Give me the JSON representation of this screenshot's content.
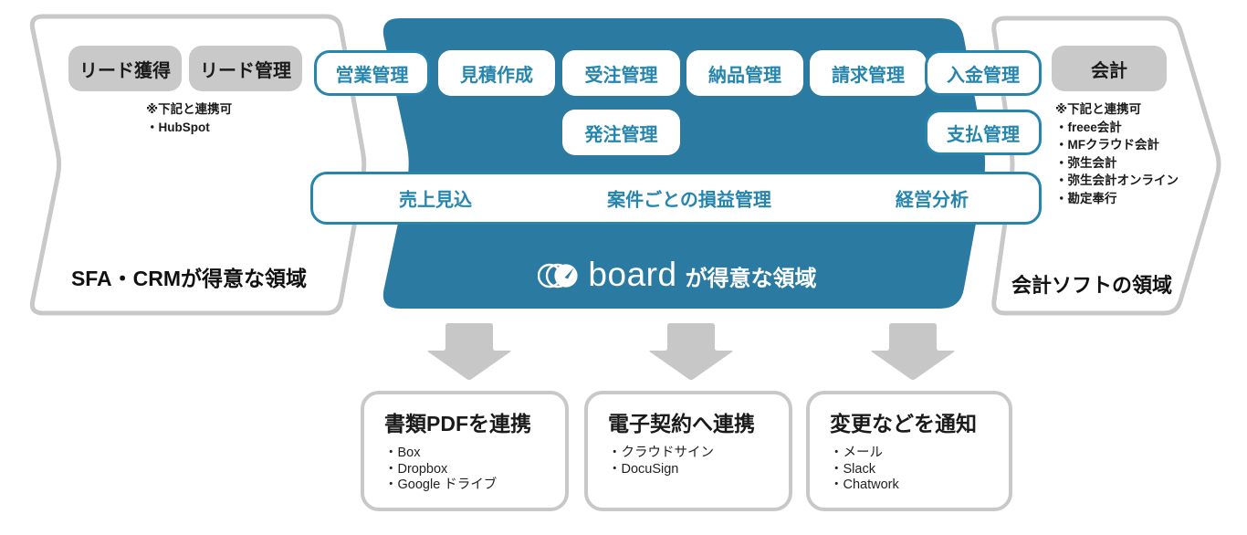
{
  "colors": {
    "blue_bg": "#2b7aa1",
    "blue_accent": "#2585ad",
    "gray_border": "#c8c8c8",
    "gray_fill": "#c9c9c9",
    "arrow_gray": "#c7c7c7",
    "text_dark": "#1a1a1a"
  },
  "left_region": {
    "pills": [
      "リード獲得",
      "リード管理"
    ],
    "note_title": "※下記と連携可",
    "note_items": [
      "・HubSpot"
    ],
    "label": "SFA・CRMが得意な領域"
  },
  "center_region": {
    "row1": [
      "営業管理",
      "見積作成",
      "受注管理",
      "納品管理",
      "請求管理",
      "入金管理"
    ],
    "row2_left": "発注管理",
    "row2_right": "支払管理",
    "bar": [
      "売上見込",
      "案件ごとの損益管理",
      "経営分析"
    ],
    "logo_text": "board",
    "caption_suffix": "が得意な領域"
  },
  "right_region": {
    "pill": "会計",
    "note_title": "※下記と連携可",
    "note_items": [
      "・freee会計",
      "・MFクラウド会計",
      "・弥生会計",
      "・弥生会計オンライン",
      "・勘定奉行"
    ],
    "label": "会計ソフトの領域"
  },
  "outputs": [
    {
      "title": "書類PDFを連携",
      "items": [
        "・Box",
        "・Dropbox",
        "・Google ドライブ"
      ]
    },
    {
      "title": "電子契約へ連携",
      "items": [
        "・クラウドサイン",
        "・DocuSign"
      ]
    },
    {
      "title": "変更などを通知",
      "items": [
        "・メール",
        "・Slack",
        "・Chatwork"
      ]
    }
  ]
}
